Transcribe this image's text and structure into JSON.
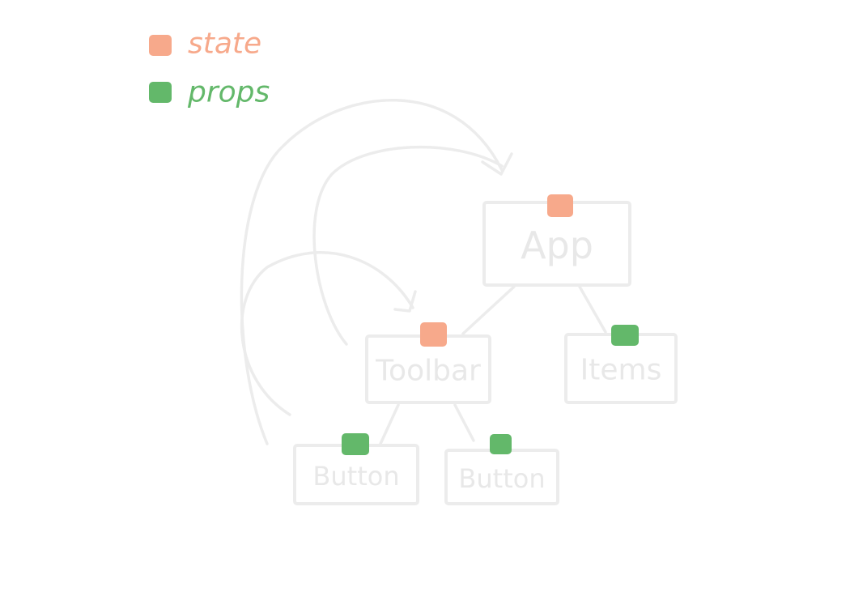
{
  "legend": [
    {
      "key": "state",
      "label": "state",
      "color": "#f7a98b"
    },
    {
      "key": "props",
      "label": "props",
      "color": "#63b86a"
    }
  ],
  "nodes": [
    {
      "id": "app",
      "label": "App",
      "marker": "state"
    },
    {
      "id": "toolbar",
      "label": "Toolbar",
      "marker": "state"
    },
    {
      "id": "items",
      "label": "Items",
      "marker": "props"
    },
    {
      "id": "button1",
      "label": "Button",
      "marker": "props"
    },
    {
      "id": "button2",
      "label": "Button",
      "marker": "props"
    }
  ],
  "edges": [
    {
      "from": "app",
      "to": "toolbar",
      "kind": "tree"
    },
    {
      "from": "app",
      "to": "items",
      "kind": "tree"
    },
    {
      "from": "toolbar",
      "to": "button1",
      "kind": "tree"
    },
    {
      "from": "toolbar",
      "to": "button2",
      "kind": "tree"
    },
    {
      "from": "button1",
      "to": "app",
      "kind": "callback"
    },
    {
      "from": "toolbar",
      "to": "app",
      "kind": "callback"
    },
    {
      "from": "button1",
      "to": "toolbar",
      "kind": "callback"
    }
  ],
  "colors": {
    "state": "#f7a98b",
    "props": "#63b86a",
    "sketch": "#ececec"
  }
}
